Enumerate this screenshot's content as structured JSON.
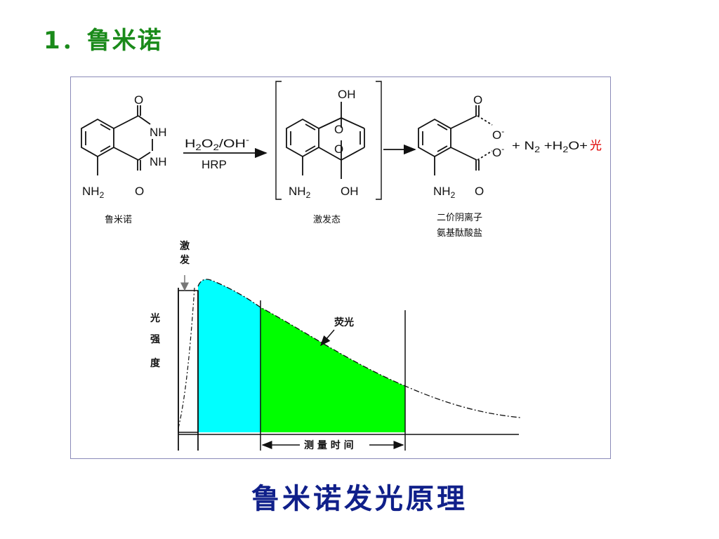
{
  "slide": {
    "title": "1．鲁米诺",
    "caption": "鲁米诺发光原理"
  },
  "reaction": {
    "reactant_label": "鲁米诺",
    "intermediate_label": "激发态",
    "product_label_line1": "二价阴离子",
    "product_label_line2": "氨基酞酸盐",
    "reagent_top": "H2O2/OH-",
    "reagent_bottom": "HRP",
    "byproducts_text": "+ N2 +H2O+",
    "light_word": "光",
    "atoms": {
      "O": "O",
      "NH": "NH",
      "NH2": "NH",
      "sub2": "2",
      "OH": "OH",
      "Ominus": "O",
      "minus": "-"
    }
  },
  "curve_plot": {
    "excitation_label_1": "激",
    "excitation_label_2": "发",
    "y_label_1": "光",
    "y_label_2": "强",
    "y_label_3": "度",
    "fluorescence_label": "荧光",
    "measure_label": "测 量 时 间"
  },
  "colors": {
    "title": "#1a8a1a",
    "caption": "#10208a",
    "cyan_fill": "#00ffff",
    "green_fill": "#00ff00",
    "light_red": "#e00000"
  }
}
